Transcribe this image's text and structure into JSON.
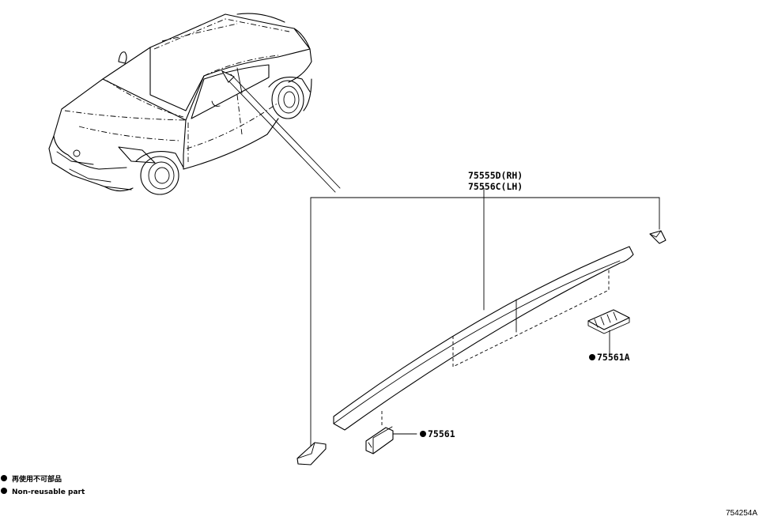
{
  "parts": {
    "molding_rh": "75555D(RH)",
    "molding_lh": "75556C(LH)",
    "clip_a": "75561A",
    "clip": "75561"
  },
  "legend": {
    "japanese": "再使用不可部品",
    "english": "Non-reusable part"
  },
  "figure_id": "754254A"
}
